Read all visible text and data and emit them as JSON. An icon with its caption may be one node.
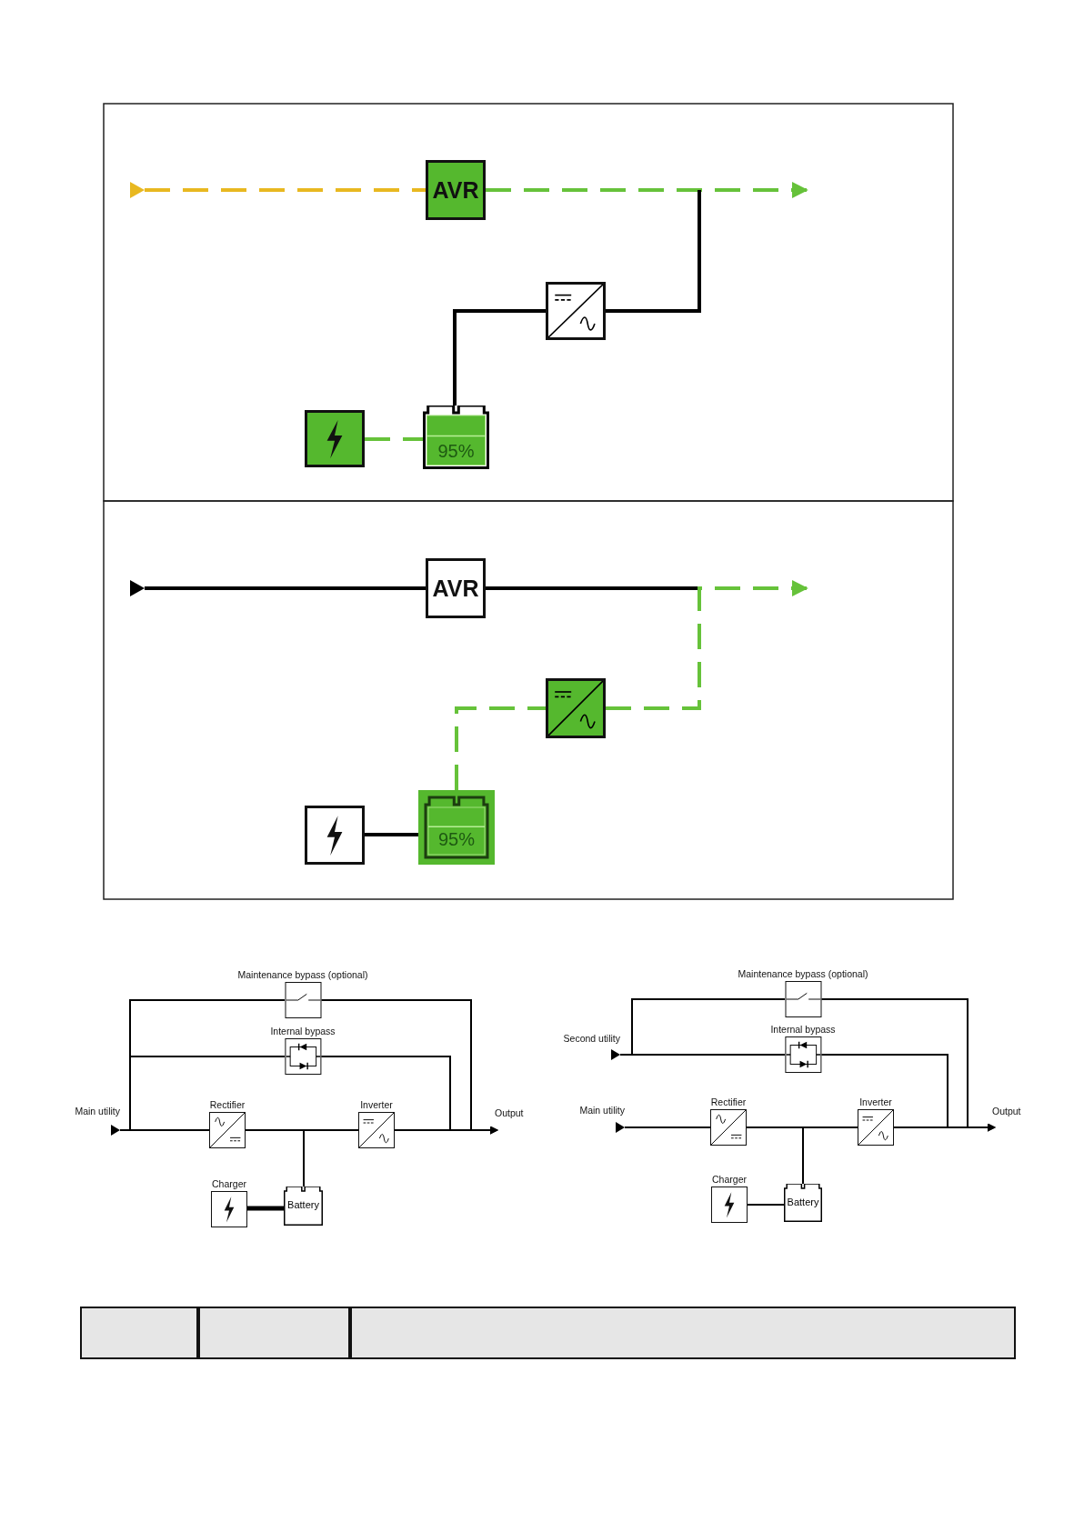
{
  "diagram": {
    "nodes": [
      {
        "text": [],
        "shape": "triangle"
      },
      {
        "text": [
          "AVR"
        ]
      },
      {
        "text": [],
        "shape": "box"
      },
      {
        "text": [],
        "shape": "box"
      },
      {
        "text": [
          "95%"
        ]
      },
      {
        "text": [],
        "shape": "triangle"
      },
      {
        "text": [
          "AVR"
        ]
      },
      {
        "text": [],
        "shape": "box"
      },
      {
        "text": [],
        "shape": "box"
      },
      {
        "text": [
          "95%"
        ]
      },
      {
        "text": [
          "Maintenance bypass (optional)"
        ]
      },
      {
        "text": [
          "Internal bypass"
        ]
      },
      {
        "text": [
          "Main utility"
        ]
      },
      {
        "text": [
          "Rectifier"
        ]
      },
      {
        "text": [
          "Inverter"
        ]
      },
      {
        "text": [
          "Output"
        ]
      },
      {
        "text": [
          "Charger"
        ]
      },
      {
        "text": [
          "Battery"
        ]
      },
      {
        "text": [
          "Maintenance bypass (optional)"
        ]
      },
      {
        "text": [
          "Second utility"
        ]
      },
      {
        "text": [
          "Internal bypass"
        ]
      },
      {
        "text": [
          "Main utility"
        ]
      },
      {
        "text": [
          "Rectifier"
        ]
      },
      {
        "text": [
          "Inverter"
        ]
      },
      {
        "text": [
          "Output"
        ]
      },
      {
        "text": [
          "Charger"
        ]
      },
      {
        "text": [
          "Battery"
        ]
      }
    ],
    "edges": [
      {
        "from": 0,
        "to": 1,
        "arrow": "none",
        "style": "dashed",
        "color": "#e8b820"
      },
      {
        "from": 1,
        "to": null,
        "arrow": "to",
        "style": "dashed",
        "color": "#66c23a"
      },
      {
        "from": 2,
        "to": null,
        "arrow": "none"
      },
      {
        "from": 4,
        "to": 2,
        "arrow": "none"
      },
      {
        "from": 3,
        "to": 4,
        "arrow": "none",
        "style": "dashed",
        "color": "#66c23a"
      },
      {
        "from": 5,
        "to": 6,
        "arrow": "none"
      },
      {
        "from": 6,
        "to": null,
        "arrow": "none"
      },
      {
        "from": 7,
        "to": null,
        "arrow": "to",
        "style": "dashed",
        "color": "#66c23a"
      },
      {
        "from": 9,
        "to": 7,
        "arrow": "none",
        "style": "dashed",
        "color": "#66c23a"
      },
      {
        "from": 8,
        "to": 9,
        "arrow": "none"
      },
      {
        "from": 12,
        "to": 13,
        "arrow": "none"
      },
      {
        "from": 12,
        "to": 10,
        "arrow": "none"
      },
      {
        "from": 12,
        "to": 11,
        "arrow": "none"
      },
      {
        "from": 13,
        "to": 14,
        "arrow": "none"
      },
      {
        "from": 13,
        "to": 17,
        "arrow": "none"
      },
      {
        "from": 16,
        "to": 17,
        "arrow": "none",
        "style": "thick"
      },
      {
        "from": 10,
        "to": 15,
        "arrow": "to"
      },
      {
        "from": 11,
        "to": 15,
        "arrow": "to"
      },
      {
        "from": 14,
        "to": 15,
        "arrow": "to"
      },
      {
        "from": 19,
        "to": 20,
        "arrow": "none"
      },
      {
        "from": 19,
        "to": 18,
        "arrow": "none"
      },
      {
        "from": 21,
        "to": 22,
        "arrow": "none"
      },
      {
        "from": 22,
        "to": 23,
        "arrow": "none"
      },
      {
        "from": 22,
        "to": 26,
        "arrow": "none"
      },
      {
        "from": 25,
        "to": 26,
        "arrow": "none"
      },
      {
        "from": 18,
        "to": 24,
        "arrow": "to"
      },
      {
        "from": 20,
        "to": 24,
        "arrow": "to"
      },
      {
        "from": 23,
        "to": 24,
        "arrow": "to"
      }
    ]
  }
}
